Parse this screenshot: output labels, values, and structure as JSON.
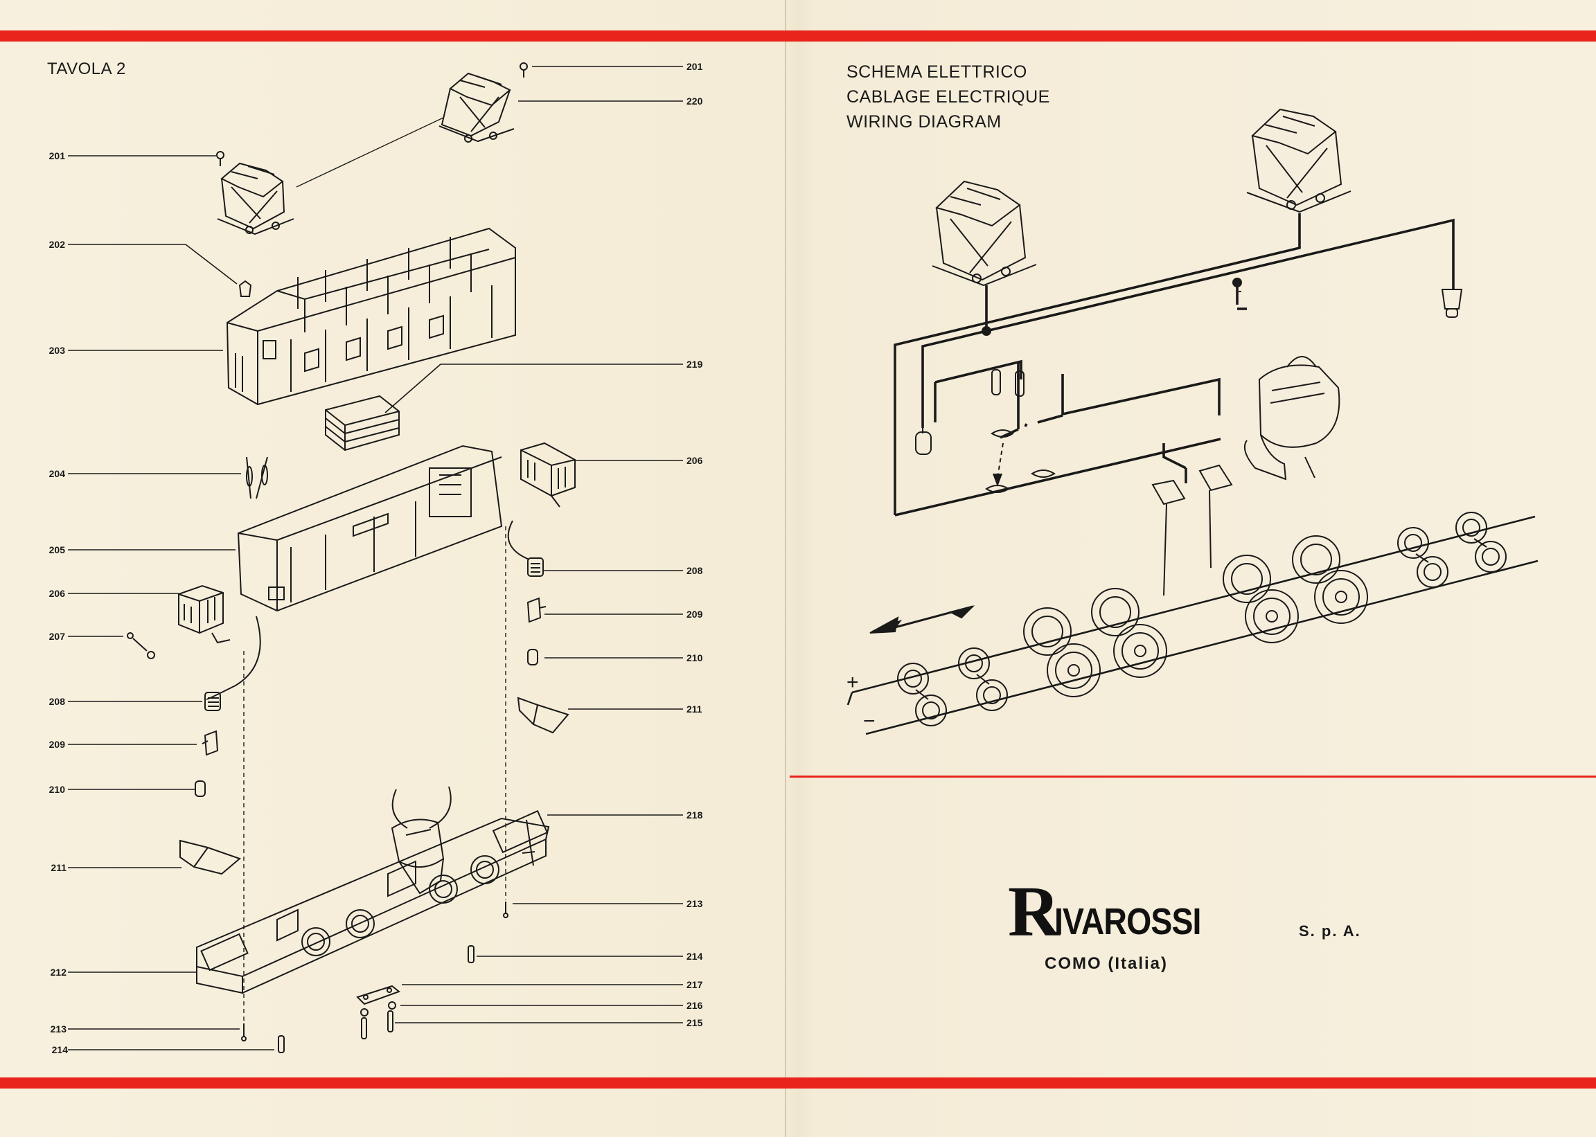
{
  "exploded_view": {
    "title": "TAVOLA 2",
    "labels_left": [
      "201",
      "202",
      "203",
      "204",
      "205",
      "206",
      "207",
      "208",
      "209",
      "210",
      "211",
      "212",
      "213",
      "214"
    ],
    "labels_right": [
      "201",
      "220",
      "219",
      "206",
      "208",
      "209",
      "210",
      "211",
      "218",
      "213",
      "214",
      "217",
      "216",
      "215"
    ]
  },
  "wiring_diagram": {
    "titles": [
      "SCHEMA ELETTRICO",
      "CABLAGE ELECTRIQUE",
      "WIRING DIAGRAM"
    ],
    "polarity_plus": "+",
    "polarity_minus": "−"
  },
  "brand": {
    "initial": "R",
    "name_rest": "IVAROSSI",
    "suffix": "S. p. A.",
    "city": "COMO (Italia)"
  },
  "colors": {
    "paper": "#f6efdc",
    "accent_red": "#e8241c",
    "ink": "#1a1a1a"
  }
}
